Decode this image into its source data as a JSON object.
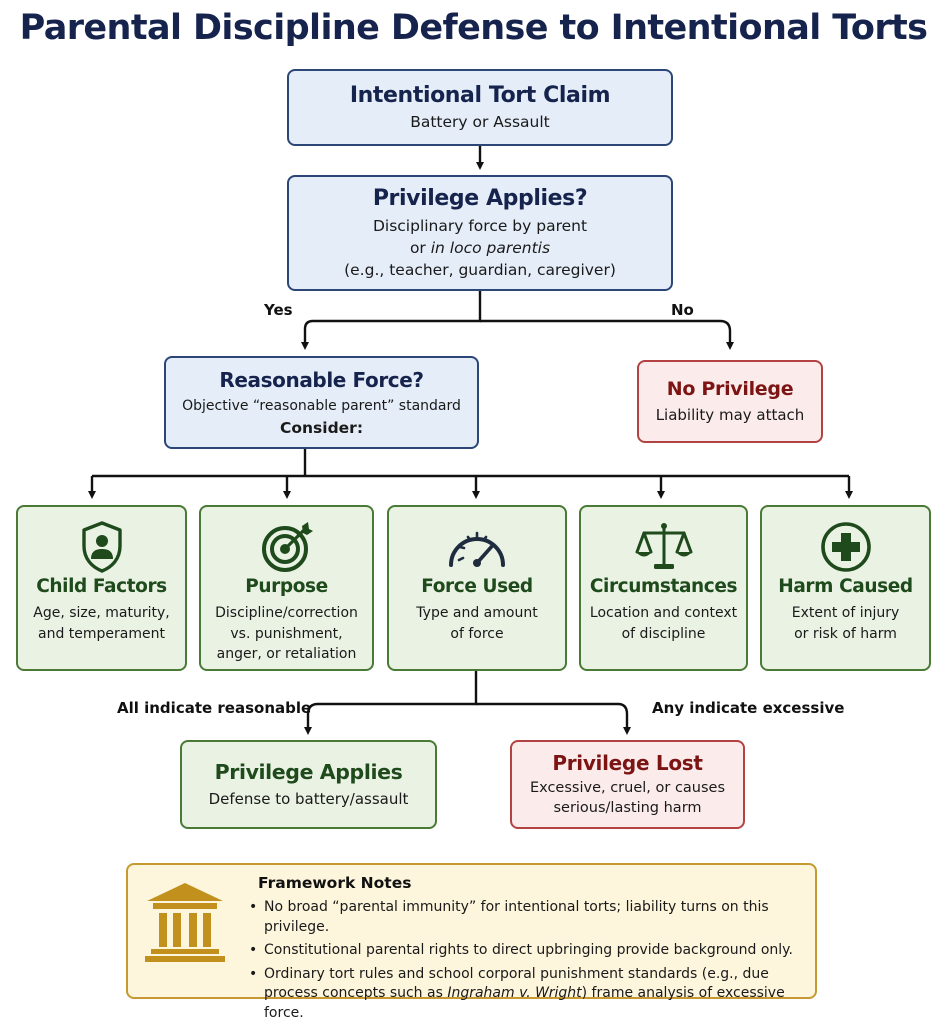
{
  "title": "Parental Discipline Defense to Intentional Torts",
  "claim": {
    "title": "Intentional Tort Claim",
    "subtitle": "Battery or Assault"
  },
  "privilege_question": {
    "title": "Privilege Applies?",
    "line1": "Disciplinary force by parent",
    "line2_prefix": "or ",
    "line2_italic": "in loco parentis",
    "line3": "(e.g., teacher, guardian, caregiver)"
  },
  "branch_labels": {
    "yes": "Yes",
    "no": "No"
  },
  "reasonable_force": {
    "title": "Reasonable Force?",
    "line1": "Objective “reasonable parent” standard",
    "line2": "Consider:"
  },
  "no_privilege": {
    "title": "No Privilege",
    "subtitle": "Liability may attach"
  },
  "factors": [
    {
      "icon": "shield-person-icon",
      "title": "Child Factors",
      "line1": "Age, size, maturity,",
      "line2": "and temperament",
      "line3": ""
    },
    {
      "icon": "target-icon",
      "title": "Purpose",
      "line1": "Discipline/correction",
      "line2": "vs. punishment,",
      "line3": "anger, or retaliation"
    },
    {
      "icon": "gauge-icon",
      "title": "Force Used",
      "line1": "Type and amount",
      "line2": "of force",
      "line3": ""
    },
    {
      "icon": "scales-icon",
      "title": "Circumstances",
      "line1": "Location and context",
      "line2": "of discipline",
      "line3": ""
    },
    {
      "icon": "medical-cross-icon",
      "title": "Harm Caused",
      "line1": "Extent of injury",
      "line2": "or risk of harm",
      "line3": ""
    }
  ],
  "outcome_labels": {
    "reasonable": "All indicate reasonable",
    "excessive": "Any indicate excessive"
  },
  "privilege_applies": {
    "title": "Privilege Applies",
    "subtitle": "Defense to battery/assault"
  },
  "privilege_lost": {
    "title": "Privilege Lost",
    "line1": "Excessive, cruel, or causes",
    "line2": "serious/lasting harm"
  },
  "notes": {
    "icon": "courthouse-icon",
    "title": "Framework Notes",
    "item1": "No broad “parental immunity” for intentional torts; liability turns on this privilege.",
    "item2": "Constitutional parental rights to direct upbringing provide background only.",
    "item3_before": "Ordinary tort rules and school corporal punishment standards (e.g., due process concepts such as ",
    "item3_italic": "Ingraham v. Wright",
    "item3_after": ") frame analysis of excessive force."
  },
  "colors": {
    "navy": "#15234d",
    "blue_fill": "#e5edf8",
    "green_fill": "#e9f2e3",
    "green_text": "#1f4a1c",
    "red_fill": "#fbeceb",
    "red_text": "#7c1414",
    "gold_fill": "#fdf5dc",
    "gold_icon": "#c1901d"
  }
}
